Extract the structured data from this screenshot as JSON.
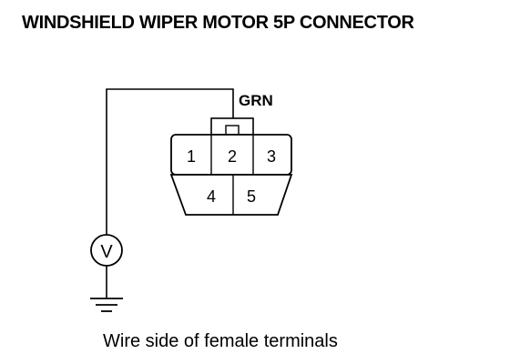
{
  "title": "WINDSHIELD WIPER MOTOR 5P CONNECTOR",
  "wire_color_label": "GRN",
  "connector": {
    "terminals": [
      "1",
      "2",
      "3",
      "4",
      "5"
    ]
  },
  "meter_symbol": "V",
  "caption": "Wire side of female terminals",
  "icons": {
    "meter": "voltmeter-icon",
    "ground": "ground-icon"
  }
}
